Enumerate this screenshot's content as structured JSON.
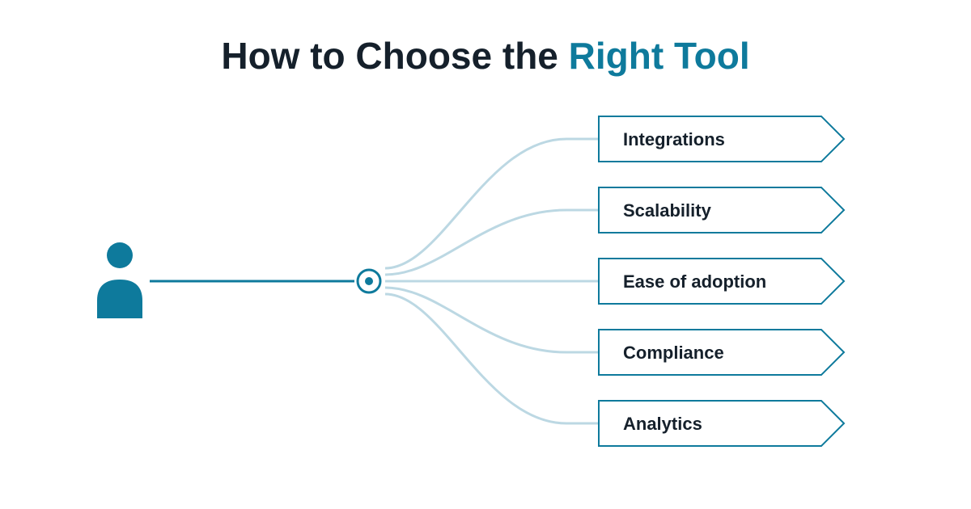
{
  "title": {
    "prefix": "How to Choose the ",
    "highlight": "Right Tool"
  },
  "options": [
    {
      "label": "Integrations"
    },
    {
      "label": "Scalability"
    },
    {
      "label": "Ease of adoption"
    },
    {
      "label": "Compliance"
    },
    {
      "label": "Analytics"
    }
  ],
  "colors": {
    "accent": "#0e7a9c",
    "connector": "#bcd8e3",
    "text": "#15202b",
    "background": "#ffffff"
  },
  "icons": {
    "person": "user-icon",
    "hub": "target-hub-icon"
  }
}
